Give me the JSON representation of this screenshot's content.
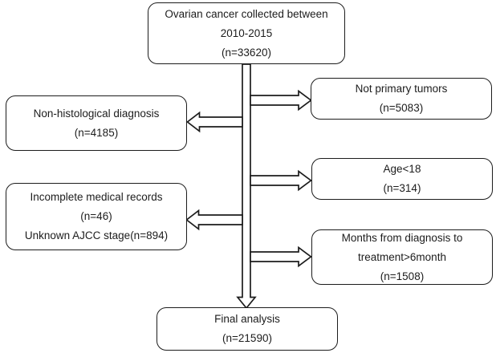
{
  "flowchart": {
    "colors": {
      "line": "#1c1c1c",
      "background": "#ffffff"
    },
    "source": {
      "lines": [
        "Ovarian cancer collected between",
        "2010-2015",
        "(n=33620)"
      ]
    },
    "excluded_not_primary": {
      "lines": [
        "Not primary tumors",
        "(n=5083)"
      ]
    },
    "excluded_non_histological": {
      "lines": [
        "Non-histological diagnosis",
        "(n=4185)"
      ]
    },
    "excluded_age": {
      "lines": [
        "Age<18",
        "(n=314)"
      ]
    },
    "excluded_incomplete_records": {
      "lines": [
        "Incomplete medical records",
        "(n=46)",
        "Unknown AJCC stage(n=894)"
      ]
    },
    "excluded_treatment_delay": {
      "lines": [
        "Months from diagnosis to",
        "treatment>6month",
        "(n=1508)"
      ]
    },
    "final": {
      "lines": [
        "Final analysis",
        "(n=21590)"
      ]
    }
  }
}
